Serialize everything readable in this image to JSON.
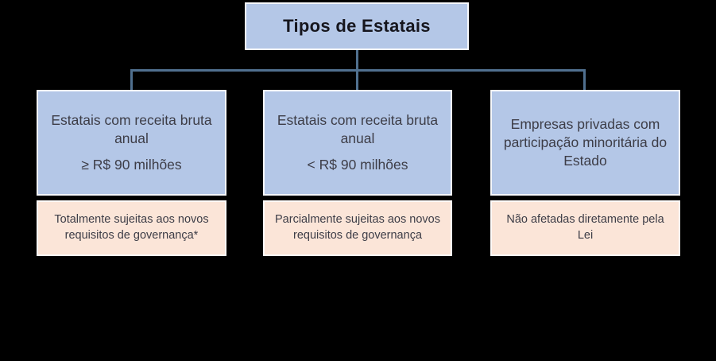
{
  "title": "Tipos de Estatais",
  "colors": {
    "blue": "#b4c7e7",
    "peach": "#fbe5d8",
    "connector": "#50708f",
    "background": "#000000",
    "title_text": "#16161e",
    "body_text": "#3d3d47"
  },
  "columns": [
    {
      "box_line1": "Estatais com receita bruta anual",
      "box_line2": "≥ R$ 90 milhões",
      "note": "Totalmente sujeitas aos novos requisitos de governança*"
    },
    {
      "box_line1": "Estatais com receita bruta anual",
      "box_line2": "< R$ 90 milhões",
      "note": "Parcialmente sujeitas aos novos requisitos de governança"
    },
    {
      "box_line1": "Empresas privadas com participação minoritária do Estado",
      "box_line2": "",
      "note": "Não afetadas diretamente pela Lei"
    }
  ]
}
